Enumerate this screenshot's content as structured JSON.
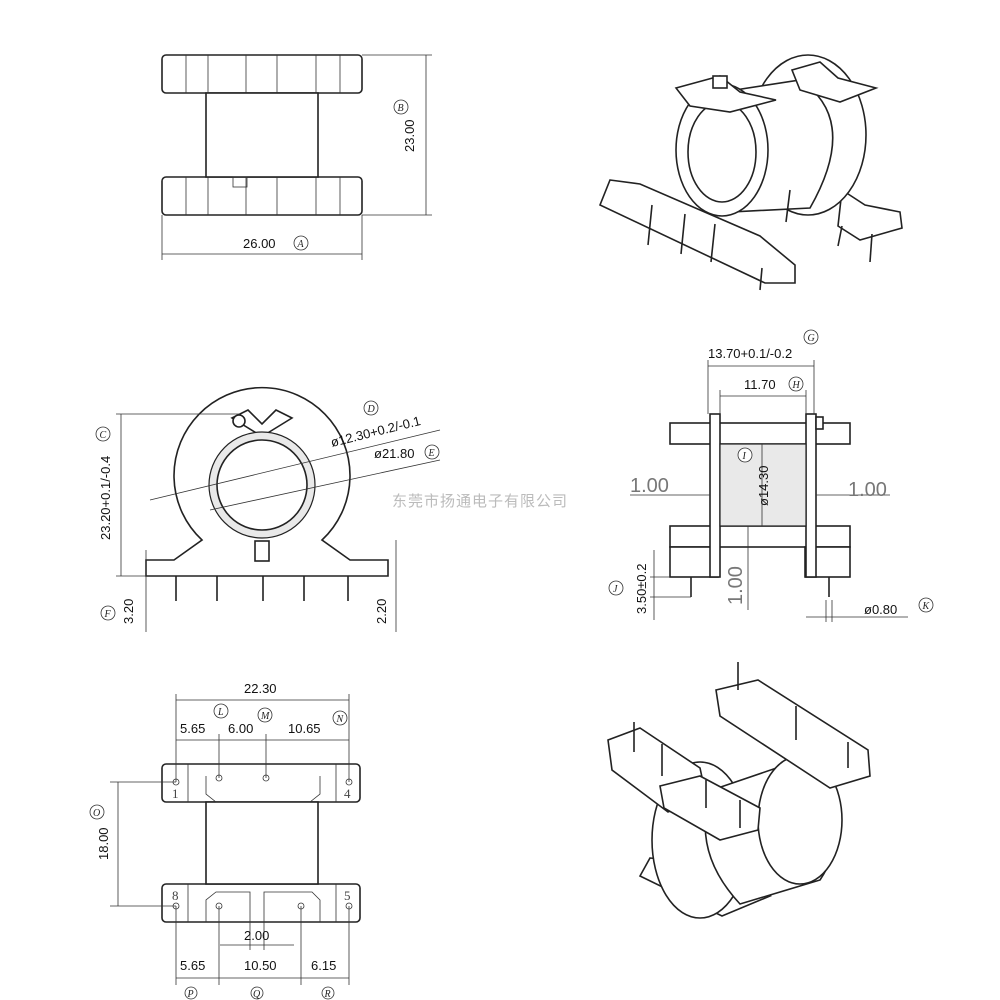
{
  "watermark": "东莞市扬通电子有限公司",
  "top_view": {
    "height_dim": "23.00",
    "width_dim": "26.00",
    "bubble_b": "B",
    "bubble_a": "A"
  },
  "front_view": {
    "bubble_c": "C",
    "height_dim": "23.20+0.1/-0.4",
    "bubble_d": "D",
    "inner_dia": "ø12.30+0.2/-0.1",
    "outer_dia": "ø21.80",
    "bubble_e": "E",
    "bubble_f": "F",
    "left_height": "3.20",
    "right_height": "2.20"
  },
  "side_view": {
    "bubble_g": "G",
    "overall": "13.70+0.1/-0.2",
    "inner": "11.70",
    "bubble_h": "H",
    "bubble_i": "I",
    "core_dia": "ø14.30",
    "left_gap": "1.00",
    "right_gap": "1.00",
    "bottom_gap": "1.00",
    "bubble_j": "J",
    "pin_len": "3.50±0.2",
    "pin_dia": "ø0.80",
    "bubble_k": "K"
  },
  "bottom_view": {
    "overall": "22.30",
    "bubble_l": "L",
    "bubble_m": "M",
    "bubble_n": "N",
    "dim_l": "5.65",
    "dim_m": "6.00",
    "dim_n": "10.65",
    "bubble_o": "O",
    "height": "18.00",
    "pin_1": "1",
    "pin_4": "4",
    "pin_8": "8",
    "pin_5": "5",
    "center_gap": "2.00",
    "dim_p": "5.65",
    "dim_q": "10.50",
    "dim_r": "6.15",
    "bubble_p": "P",
    "bubble_q": "Q",
    "bubble_r": "R"
  }
}
